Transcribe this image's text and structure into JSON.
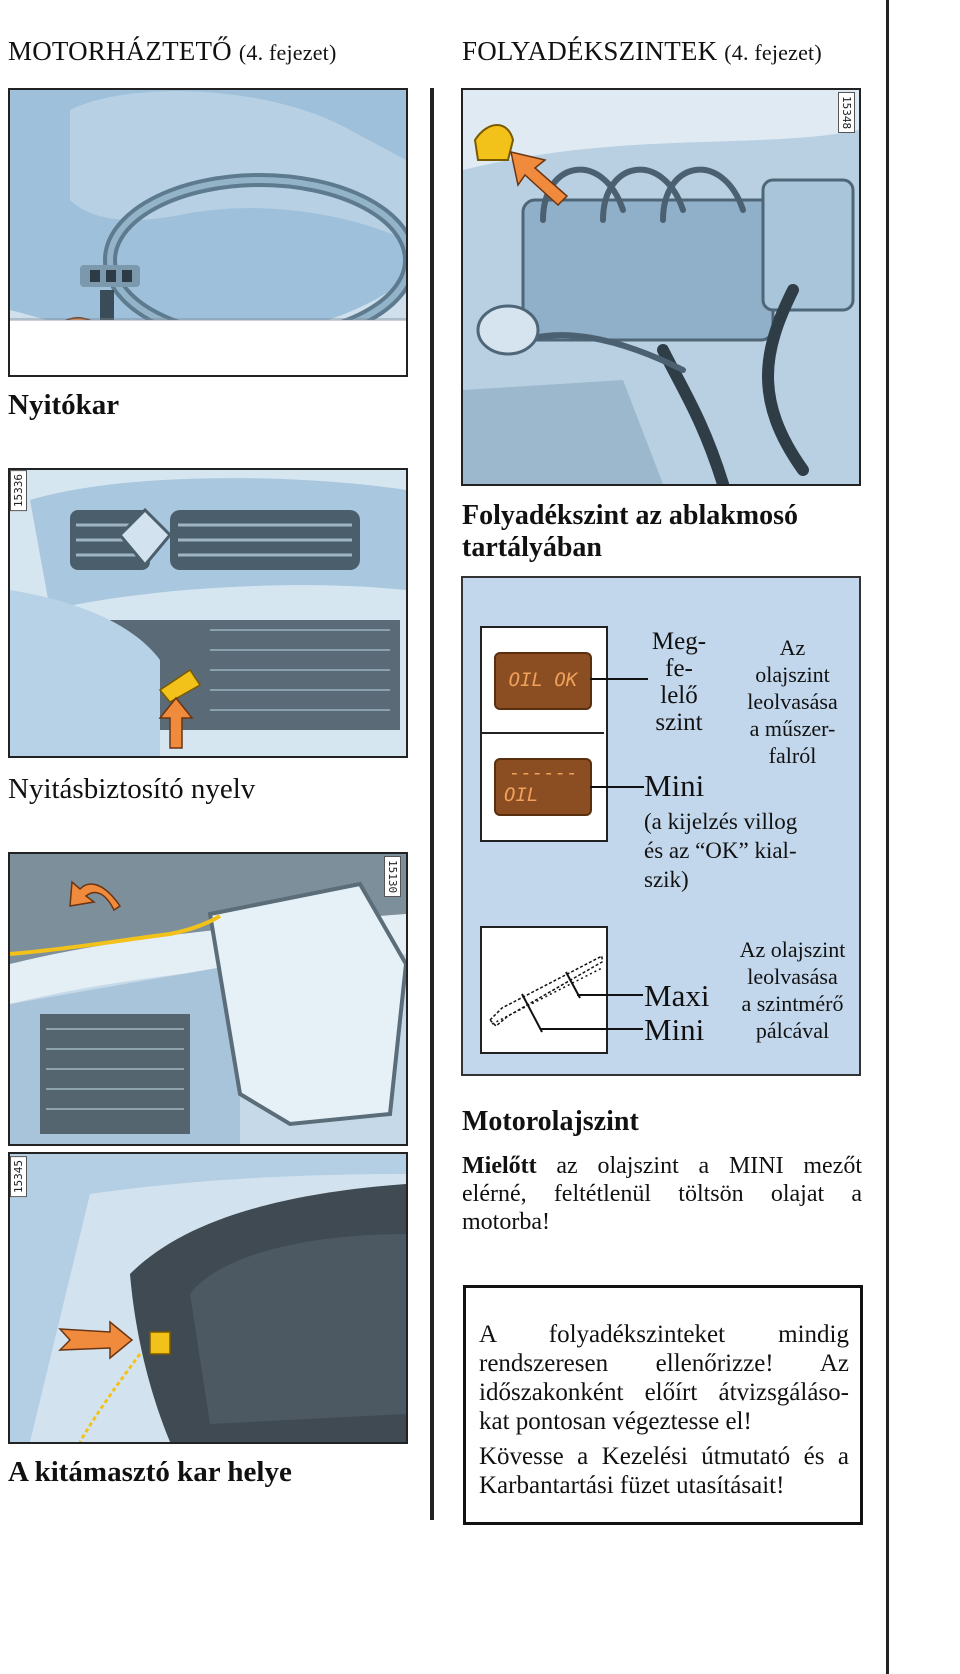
{
  "left_column": {
    "heading_main": "MOTORHÁZTETŐ",
    "heading_chapter": "(4. fejezet)",
    "captions": [
      "Nyitókar",
      "Nyitásbiztosító nyelv",
      "A kitámasztó kar helye"
    ],
    "image_codes": [
      "15336",
      "15130",
      "15345"
    ]
  },
  "right_column": {
    "heading_main": "FOLYADÉKSZINTEK",
    "heading_chapter": "(4. fejezet)",
    "image_codes": [
      "15348"
    ],
    "washer_caption_line1": "Folyadékszint az ablakmosó",
    "washer_caption_line2": "tartályában",
    "oil_panel": {
      "lcd_ok": "OIL  OK",
      "lcd_mini_top": "------",
      "lcd_mini_bottom": "OIL",
      "correct_level": [
        "Meg-",
        "fe-",
        "lelő",
        "szint"
      ],
      "dashboard_reading": [
        "Az",
        "olajszint",
        "leolvasása",
        "a műszer-",
        "falról"
      ],
      "mini_label": "Mini",
      "mini_note": [
        "(a kijelzés villog",
        "és az “OK” kial-",
        "szik)"
      ],
      "maxi_label": "Maxi",
      "mini_label_2": "Mini",
      "dipstick_reading": [
        "Az olajszint",
        "leolvasása",
        "a szintmérő",
        "pálcával"
      ]
    },
    "oil_heading": "Motorolajszint",
    "oil_text_bold": "Mielőtt",
    "oil_text_rest_line1": "az olajszint a MINI mezőt",
    "oil_text_line2": "elérné, feltétlenül töltsön olajat a",
    "oil_text_line3": "motorba!",
    "notice": {
      "lines": [
        "A folyadékszinteket mindig",
        "rendszeresen ellenőrizze! Az",
        "időszakonként előírt átvizsgáláso-",
        "kat pontosan végeztesse el!",
        "Kövesse a Kezelési útmutató és a",
        "Karbantartási füzet utasításait!"
      ]
    }
  },
  "colors": {
    "photo_blue": "#c9dcea",
    "panel_blue": "#c3d7ec",
    "lcd_brown": "#8a4e22",
    "arrow_orange": "#f08a3c",
    "cable_yellow": "#f2c21a"
  }
}
